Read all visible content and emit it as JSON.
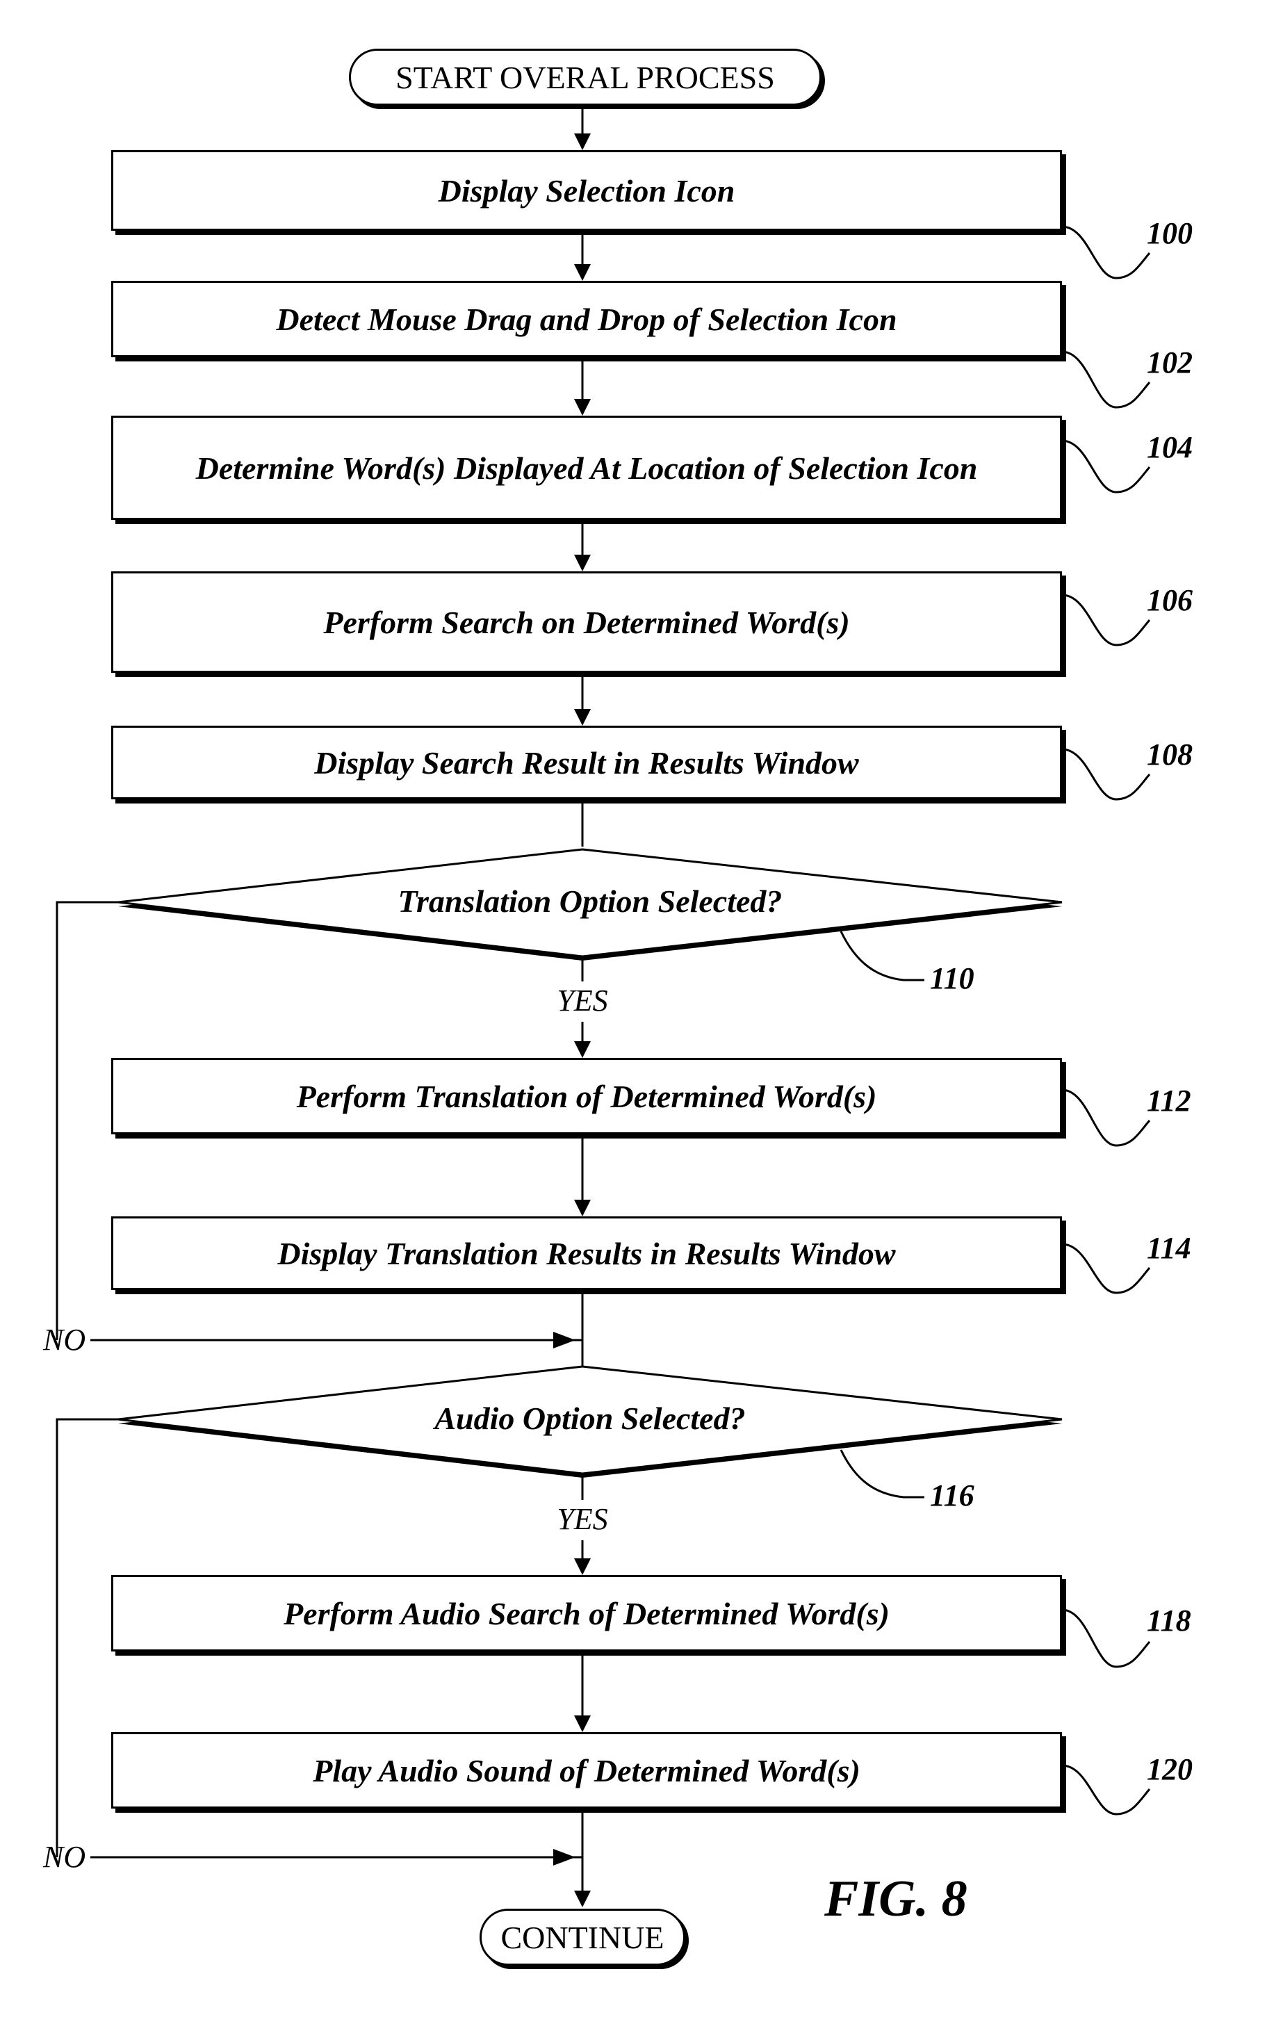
{
  "start_label": "START OVERAL PROCESS",
  "end_label": "CONTINUE",
  "figure_label": "FIG. 8",
  "steps": [
    {
      "text": "Display Selection Icon",
      "ref": "100"
    },
    {
      "text": "Detect Mouse Drag and Drop of Selection Icon",
      "ref": "102"
    },
    {
      "text": "Determine Word(s) Displayed At Location of Selection Icon",
      "ref": "104"
    },
    {
      "text": "Perform Search on Determined Word(s)",
      "ref": "106"
    },
    {
      "text": "Display Search Result in Results Window",
      "ref": "108"
    },
    {
      "text": "Perform Translation of Determined Word(s)",
      "ref": "112"
    },
    {
      "text": "Display Translation Results in Results Window",
      "ref": "114"
    },
    {
      "text": "Perform Audio Search of Determined Word(s)",
      "ref": "118"
    },
    {
      "text": "Play Audio Sound of Determined Word(s)",
      "ref": "120"
    }
  ],
  "decisions": [
    {
      "text": "Translation Option Selected?",
      "ref": "110",
      "yes_label": "YES",
      "no_label": "NO"
    },
    {
      "text": "Audio Option Selected?",
      "ref": "116",
      "yes_label": "YES",
      "no_label": "NO"
    }
  ]
}
